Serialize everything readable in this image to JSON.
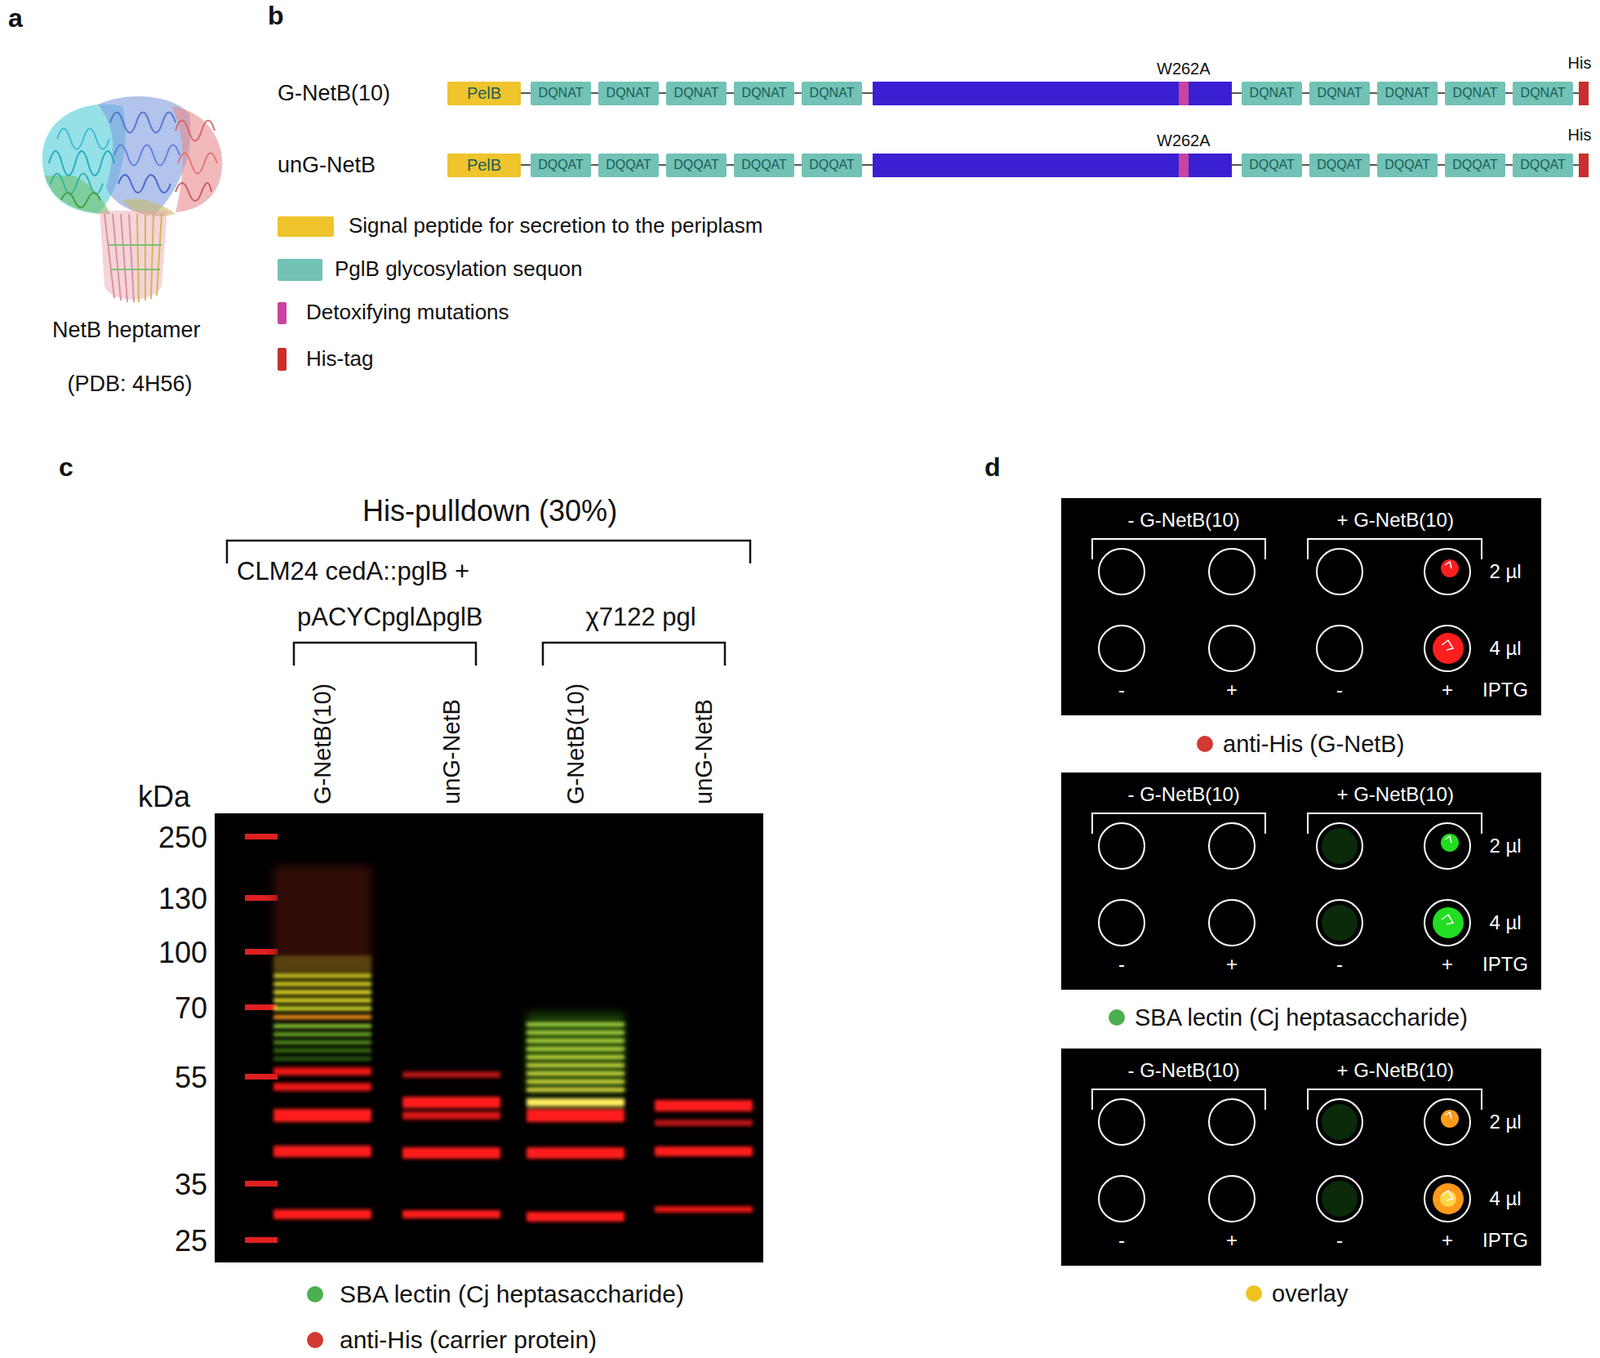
{
  "diagram": {
    "nodes": [
      {
        "text": [
          "PelB"
        ]
      },
      {
        "text": [
          "DQNAT"
        ]
      },
      {
        "text": [
          "DQNAT"
        ]
      },
      {
        "text": [
          "DQNAT"
        ]
      },
      {
        "text": [
          "DQNAT"
        ]
      },
      {
        "text": [
          "DQNAT"
        ]
      },
      {
        "text": [
          "DQNAT"
        ]
      },
      {
        "text": [
          "DQNAT"
        ]
      },
      {
        "text": [
          "DQNAT"
        ]
      },
      {
        "text": [
          "DQNAT"
        ]
      },
      {
        "text": [
          "DQNAT"
        ]
      },
      {
        "text": [
          "PelB"
        ]
      },
      {
        "text": [
          "DQQAT"
        ]
      },
      {
        "text": [
          "DQQAT"
        ]
      },
      {
        "text": [
          "DQQAT"
        ]
      },
      {
        "text": [
          "DQQAT"
        ]
      },
      {
        "text": [
          "DQQAT"
        ]
      },
      {
        "text": [
          "DQQAT"
        ]
      },
      {
        "text": [
          "DQQAT"
        ]
      },
      {
        "text": [
          "DQQAT"
        ]
      },
      {
        "text": [
          "DQQAT"
        ]
      },
      {
        "text": [
          "DQQAT"
        ]
      }
    ],
    "edges": [
      {
        "from": 0,
        "to": 1,
        "arrow": "none"
      },
      {
        "from": 1,
        "to": 2,
        "arrow": "none"
      },
      {
        "from": 2,
        "to": 3,
        "arrow": "none"
      },
      {
        "from": 3,
        "to": 4,
        "arrow": "none"
      },
      {
        "from": 4,
        "to": 5,
        "arrow": "none"
      },
      {
        "from": 6,
        "to": 7,
        "arrow": "none"
      },
      {
        "from": 7,
        "to": 8,
        "arrow": "none"
      },
      {
        "from": 8,
        "to": 9,
        "arrow": "none"
      },
      {
        "from": 9,
        "to": 10,
        "arrow": "none"
      },
      {
        "from": 11,
        "to": 12,
        "arrow": "none"
      },
      {
        "from": 12,
        "to": 13,
        "arrow": "none"
      },
      {
        "from": 13,
        "to": 14,
        "arrow": "none"
      },
      {
        "from": 14,
        "to": 15,
        "arrow": "none"
      },
      {
        "from": 15,
        "to": 16,
        "arrow": "none"
      },
      {
        "from": 17,
        "to": 18,
        "arrow": "none"
      },
      {
        "from": 18,
        "to": 19,
        "arrow": "none"
      },
      {
        "from": 19,
        "to": 20,
        "arrow": "none"
      },
      {
        "from": 20,
        "to": 21,
        "arrow": "none"
      }
    ],
    "labels": [
      "a",
      "b",
      "c",
      "d",
      "NetB heptamer",
      "(PDB: 4H56)",
      "G-NetB(10)",
      "unG-NetB",
      "W262A",
      "His",
      "W262A",
      "His",
      "His-pulldown (30%)",
      "CLM24 cedA::pglB +",
      "pACYCpglΔpglB",
      "χ7122 pgl",
      "G-NetB(10)",
      "unG-NetB",
      "G-NetB(10)",
      "unG-NetB",
      "kDa",
      "250",
      "130",
      "100",
      "70",
      "55",
      "35",
      "25",
      "- G-NetB(10)",
      "+ G-NetB(10)",
      "2 µl",
      "4 µl",
      "-",
      "+",
      "-",
      "+",
      "IPTG",
      "- G-NetB(10)",
      "+ G-NetB(10)",
      "2 µl",
      "4 µl",
      "-",
      "+",
      "-",
      "+",
      "IPTG",
      "- G-NetB(10)",
      "+ G-NetB(10)",
      "2 µl",
      "4 µl",
      "-",
      "+",
      "-",
      "+",
      "IPTG"
    ],
    "legend": [
      {
        "text": "Signal peptide for secretion to the periplasm",
        "color": "#efc42c"
      },
      {
        "text": "PglB glycosylation sequon",
        "color": "#72c2b6"
      },
      {
        "text": "Detoxifying mutations",
        "color": "#c8449e"
      },
      {
        "text": "His-tag",
        "color": "#c9302c"
      },
      {
        "text": "SBA lectin (Cj heptasaccharide)",
        "color": "#4caf50"
      },
      {
        "text": "anti-His (carrier protein)",
        "color": "#d13a30"
      },
      {
        "text": "anti-His (G-NetB)",
        "color": "#d13a30"
      },
      {
        "text": "SBA lectin (Cj heptasaccharide)",
        "color": "#4caf50"
      },
      {
        "text": "overlay",
        "color": "#eec21f"
      }
    ]
  }
}
